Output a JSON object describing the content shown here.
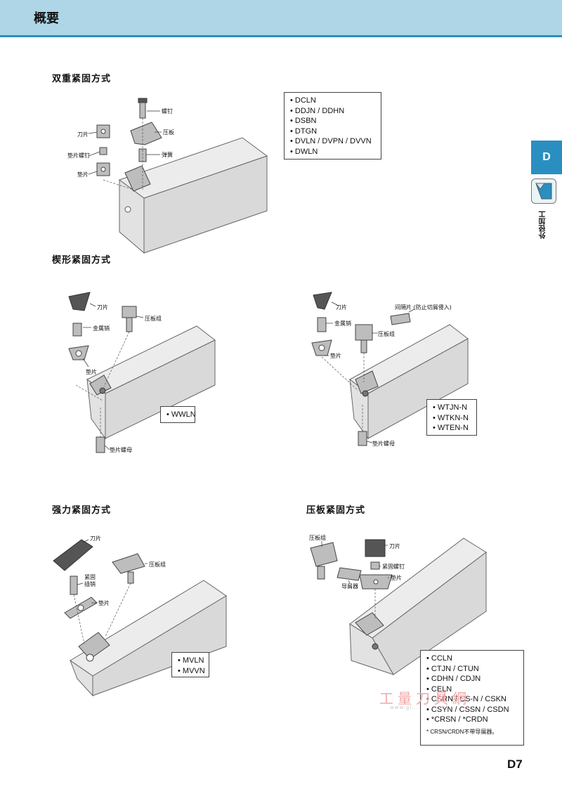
{
  "header": {
    "title": "概要"
  },
  "side_tab": {
    "letter": "D",
    "label": "外径加工"
  },
  "sections": {
    "double_clamp": {
      "title": "双重紧固方式",
      "labels": {
        "screw": "螺钉",
        "clamp": "压板",
        "insert": "刀片",
        "shim_screw": "垫片螺钉",
        "spring": "弹簧",
        "shim": "垫片"
      },
      "models": [
        "• DCLN",
        "• DDJN / DDHN",
        "• DSBN",
        "• DTGN",
        "• DVLN / DVPN / DVVN",
        "• DWLN"
      ]
    },
    "wedge_clamp": {
      "title": "楔形紧固方式",
      "left": {
        "labels": {
          "insert": "刀片",
          "metal_pin": "金属销",
          "clamp_set": "压板组",
          "shim": "垫片",
          "shim_nut": "垫片螺母"
        },
        "models": [
          "• WWLN"
        ]
      },
      "right": {
        "labels": {
          "insert": "刀片",
          "spacer": "间隔片 (防止切屑侵入)",
          "metal_pin": "金属销",
          "clamp_set": "压板组",
          "shim": "垫片",
          "shim_nut": "垫片螺母"
        },
        "models": [
          "• WTJN-N",
          "• WTKN-N",
          "• WTEN-N"
        ]
      }
    },
    "power_clamp": {
      "title": "强力紧固方式",
      "labels": {
        "insert": "刀片",
        "lock_pin_1": "紧固",
        "lock_pin_2": "插销",
        "clamp_set": "压板组",
        "shim": "垫片"
      },
      "models": [
        "• MVLN",
        "• MVVN"
      ]
    },
    "plate_clamp": {
      "title": "压板紧固方式",
      "labels": {
        "clamp_set": "压板组",
        "insert": "刀片",
        "lock_screw": "紧固螺钉",
        "shim": "垫片",
        "chip_guide": "导屑器"
      },
      "models": [
        "• CCLN",
        "• CTJN / CTUN",
        "• CDHN / CDJN",
        "• CELN",
        "• CSRN / CS-N / CSKN",
        "• CSYN / CSSN / CSDN",
        "• *CRSN / *CRDN"
      ],
      "note": "* CRSN/CRDN不带导屑器。"
    }
  },
  "watermark": {
    "text": "工量刀具網",
    "url": "www.gl..."
  },
  "page_number": "D7"
}
